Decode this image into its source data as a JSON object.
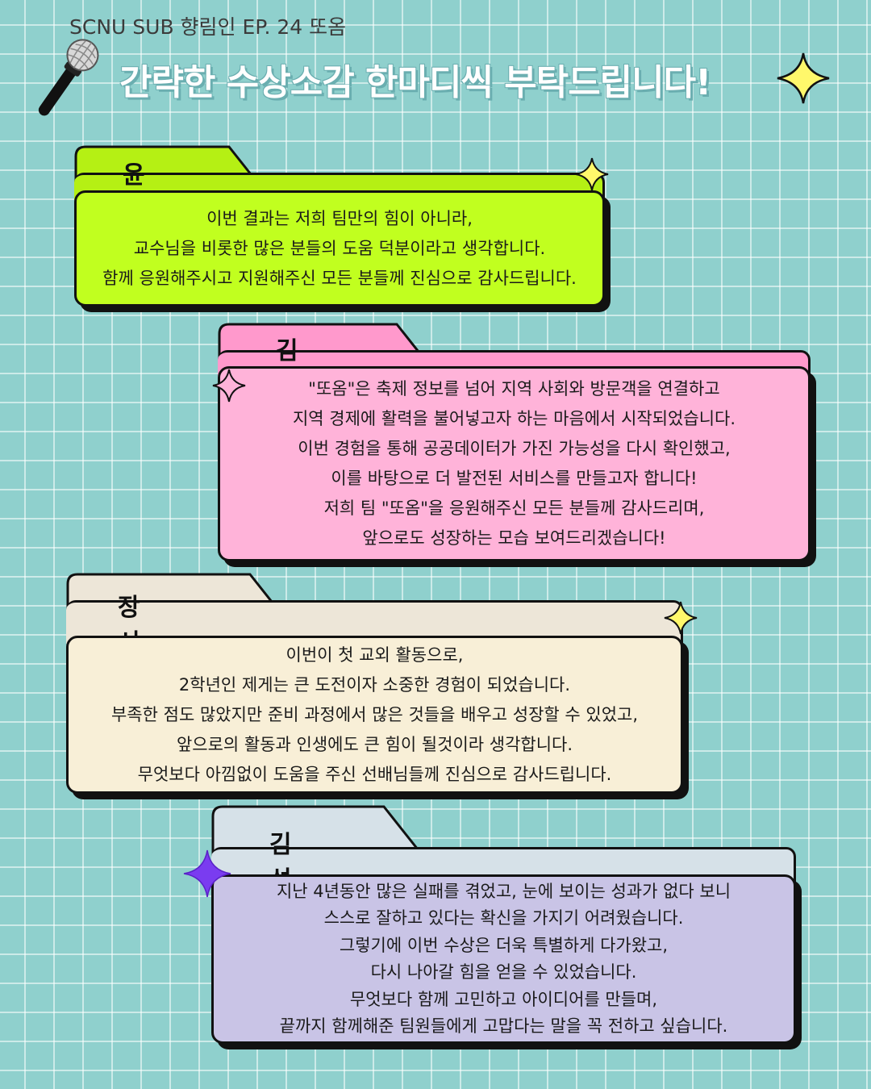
{
  "header": {
    "subtitle": "SCNU SUB 향림인 EP. 24 또옴",
    "headline": "간략한 수상소감 한마디씩 부탁드립니다!",
    "icons": [
      "microphone-icon",
      "sparkle-icon"
    ]
  },
  "colors": {
    "background": "#8fd0cd",
    "card1": "#c1ff1f",
    "card2": "#ffb3d9",
    "card3": "#f8efd7",
    "card4": "#c9c4e6",
    "sparkle_yellow": "#fff86b",
    "sparkle_purple": "#7a3cf0"
  },
  "cards": [
    {
      "name": "윤한식",
      "lines": [
        "이번 결과는 저희 팀만의 힘이 아니라,",
        "교수님을 비롯한 많은 분들의 도움 덕분이라고 생각합니다.",
        "함께 응원해주시고 지원해주신 모든 분들께 진심으로 감사드립니다."
      ]
    },
    {
      "name": "김채원",
      "lines": [
        "\"또옴\"은 축제 정보를 넘어 지역 사회와 방문객을 연결하고",
        "지역 경제에 활력을 불어넣고자 하는 마음에서 시작되었습니다.",
        "이번 경험을 통해 공공데이터가 가진 가능성을 다시 확인했고,",
        "이를 바탕으로 더 발전된 서비스를 만들고자 합니다!",
        "저희 팀 \"또옴\"을 응원해주신 모든 분들께 감사드리며,",
        "앞으로도 성장하는 모습 보여드리겠습니다!"
      ]
    },
    {
      "name": "장서윤",
      "lines": [
        "이번이 첫 교외 활동으로,",
        "2학년인 제게는 큰 도전이자 소중한 경험이 되었습니다.",
        "부족한 점도 많았지만 준비 과정에서 많은 것들을 배우고 성장할 수 있었고,",
        "앞으로의 활동과 인생에도 큰 힘이 될것이라 생각합니다.",
        "무엇보다 아낌없이 도움을 주신 선배님들께 진심으로 감사드립니다."
      ]
    },
    {
      "name": "김성표",
      "lines": [
        "지난 4년동안 많은 실패를 겪었고, 눈에 보이는 성과가 없다 보니",
        "스스로 잘하고 있다는 확신을 가지기 어려웠습니다.",
        "그렇기에 이번 수상은 더욱 특별하게 다가왔고,",
        "다시 나아갈 힘을 얻을 수 있었습니다.",
        "무엇보다 함께 고민하고 아이디어를 만들며,",
        "끝까지 함께해준 팀원들에게 고맙다는 말을 꼭 전하고 싶습니다."
      ]
    }
  ]
}
